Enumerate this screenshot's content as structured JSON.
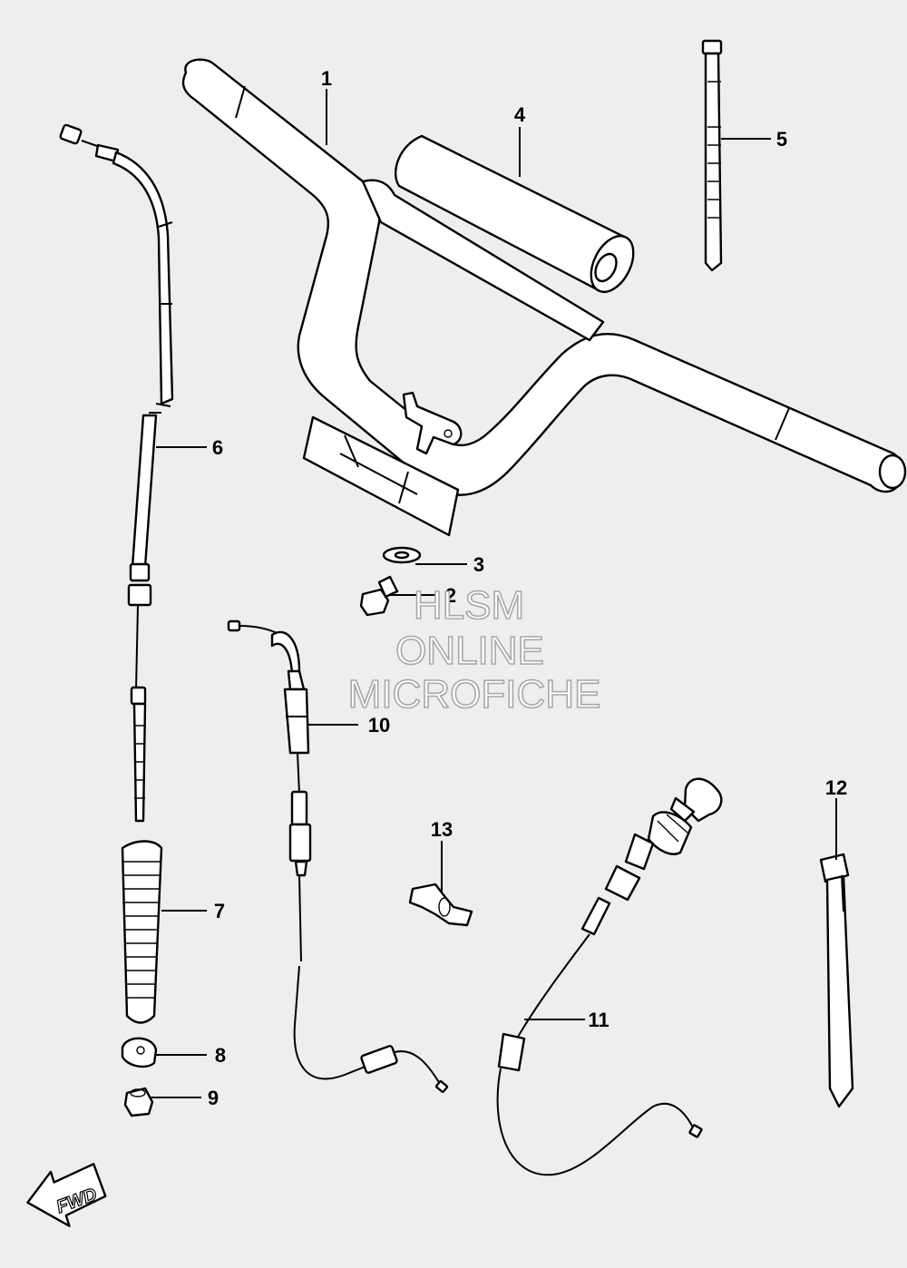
{
  "callouts": {
    "c1": "1",
    "c2": "2",
    "c3": "3",
    "c4": "4",
    "c5": "5",
    "c6": "6",
    "c7": "7",
    "c8": "8",
    "c9": "9",
    "c10": "10",
    "c11": "11",
    "c12": "12",
    "c13": "13"
  },
  "direction_badge": "FWD",
  "watermark": {
    "line1": "HLSM",
    "line2": "ONLINE",
    "line3": "MICROFICHE"
  }
}
